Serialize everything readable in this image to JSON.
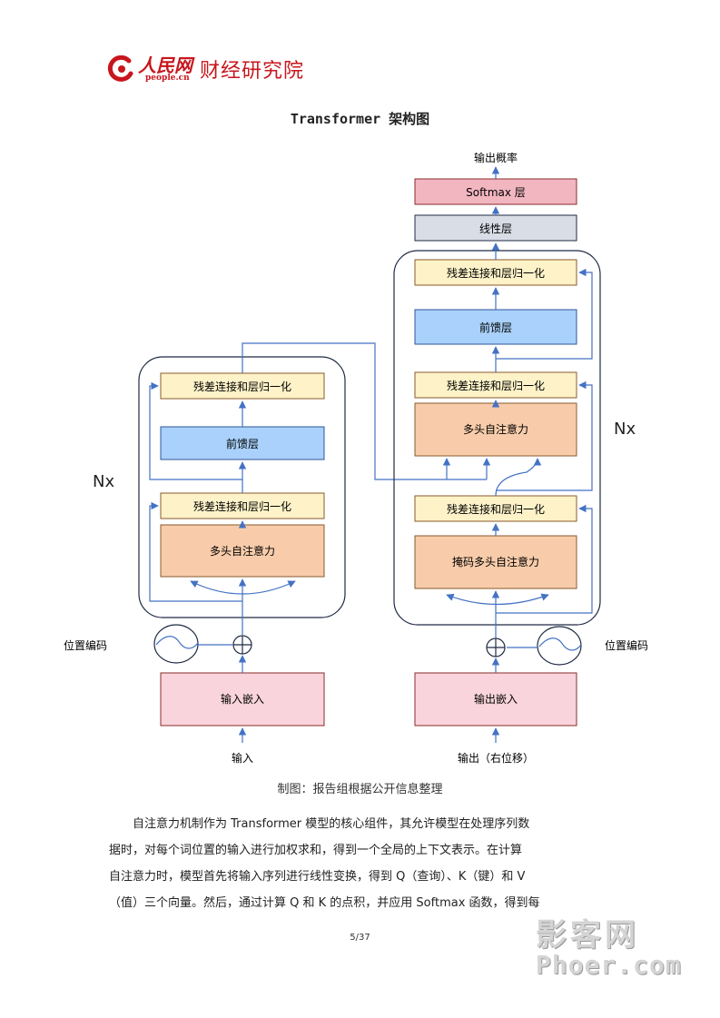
{
  "header": {
    "logo_main": "人民网",
    "logo_sub": "people.cn",
    "org_name": "财经研究院"
  },
  "title": "Transformer 架构图",
  "diagram": {
    "encoder": {
      "nx_label": "Nx",
      "add_norm_top": "残差连接和层归一化",
      "feed_forward": "前馈层",
      "add_norm_bottom": "残差连接和层归一化",
      "multi_head_attention": "多头自注意力",
      "positional_encoding": "位置编码",
      "input_embedding": "输入嵌入",
      "input": "输入"
    },
    "decoder": {
      "output_probabilities": "输出概率",
      "softmax": "Softmax 层",
      "linear": "线性层",
      "nx_label": "Nx",
      "add_norm_top": "残差连接和层归一化",
      "feed_forward": "前馈层",
      "add_norm_middle": "残差连接和层归一化",
      "multi_head_attention": "多头自注意力",
      "add_norm_bottom": "残差连接和层归一化",
      "masked_attention": "掩码多头自注意力",
      "positional_encoding": "位置编码",
      "output_embedding": "输出嵌入",
      "output_shifted": "输出（右位移）"
    },
    "colors": {
      "add_norm": "#fdf2c8",
      "feed_forward": "#a9d1fb",
      "attention": "#f8ccaa",
      "embedding": "#f9d4dc",
      "softmax": "#f2b6c0",
      "linear": "#d8dde6",
      "arrow": "#4472c4"
    }
  },
  "caption": "制图：报告组根据公开信息整理",
  "paragraph": [
    "自注意力机制作为 Transformer 模型的核心组件，其允许模型在处理序列数",
    "据时，对每个词位置的输入进行加权求和，得到一个全局的上下文表示。在计算",
    "自注意力时，模型首先将输入序列进行线性变换，得到 Q（查询）、K（键）和 V",
    "（值）三个向量。然后，通过计算 Q 和 K 的点积，并应用 Softmax 函数，得到每"
  ],
  "page_number": "5/37",
  "watermark": {
    "cn": "影客网",
    "en": "Phoer.com"
  }
}
